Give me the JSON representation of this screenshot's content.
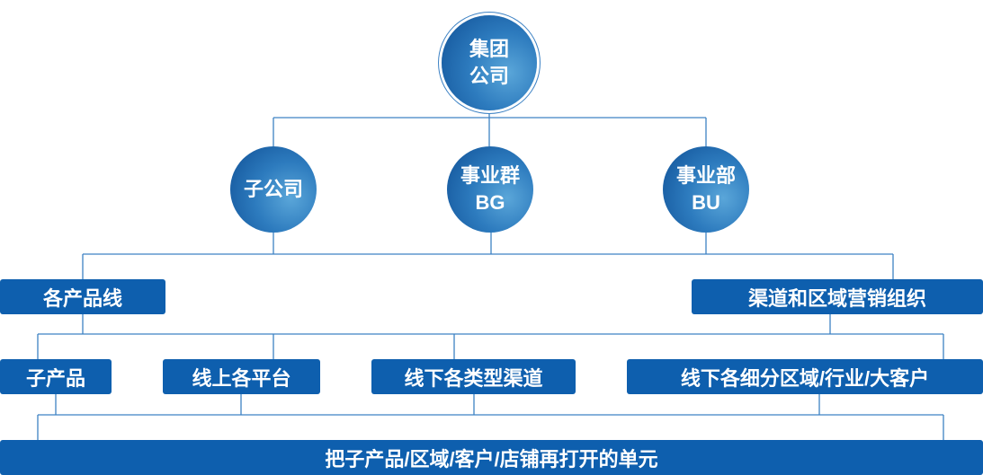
{
  "colors": {
    "box_fill": "#0e5fae",
    "line": "#3d82c4",
    "circle_dark": "#0f4f95",
    "circle_light": "#5aa6d9"
  },
  "top": {
    "line1": "集团",
    "line2": "公司"
  },
  "level2": [
    {
      "line1": "子公司",
      "line2": ""
    },
    {
      "line1": "事业群",
      "line2": "BG"
    },
    {
      "line1": "事业部",
      "line2": "BU"
    }
  ],
  "level3": {
    "left": "各产品线",
    "right": "渠道和区域营销组织"
  },
  "level4": [
    "子产品",
    "线上各平台",
    "线下各类型渠道",
    "线下各细分区域/行业/大客户"
  ],
  "bottom": "把子产品/区域/客户/店铺再打开的单元"
}
